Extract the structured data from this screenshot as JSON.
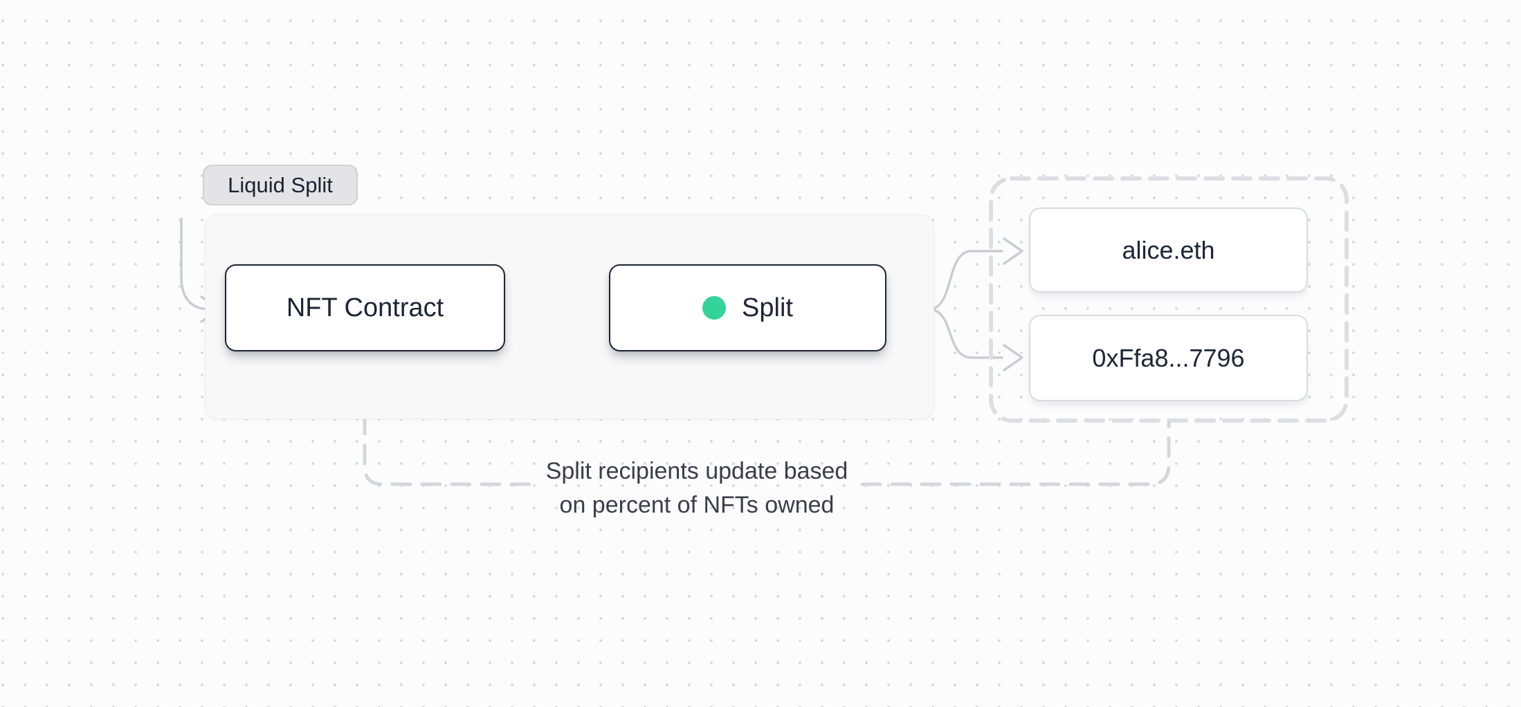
{
  "diagram": {
    "badge": {
      "label": "Liquid Split"
    },
    "nodes": {
      "nft_contract": {
        "label": "NFT Contract"
      },
      "split": {
        "label": "Split"
      },
      "recipient_alice": {
        "label": "alice.eth"
      },
      "recipient_address": {
        "label": "0xFfa8...7796"
      }
    },
    "caption": {
      "line1": "Split recipients update based",
      "line2": "on percent of NFTs owned"
    }
  },
  "colors": {
    "canvas_background": "#fcfcfd",
    "dot_grid": "#d9dbdf",
    "arrow": "#c9cdd4",
    "dashed_connector": "#d3d6dc",
    "dashed_container": "#dbdee3",
    "node_border_dark": "#1c2432",
    "node_border_light": "#d8dce2",
    "node_text": "#1c2534",
    "status_green": "#34d399",
    "badge_background": "#e4e4e7",
    "group_background": "#f8f8f9",
    "caption_text": "#383e48"
  }
}
